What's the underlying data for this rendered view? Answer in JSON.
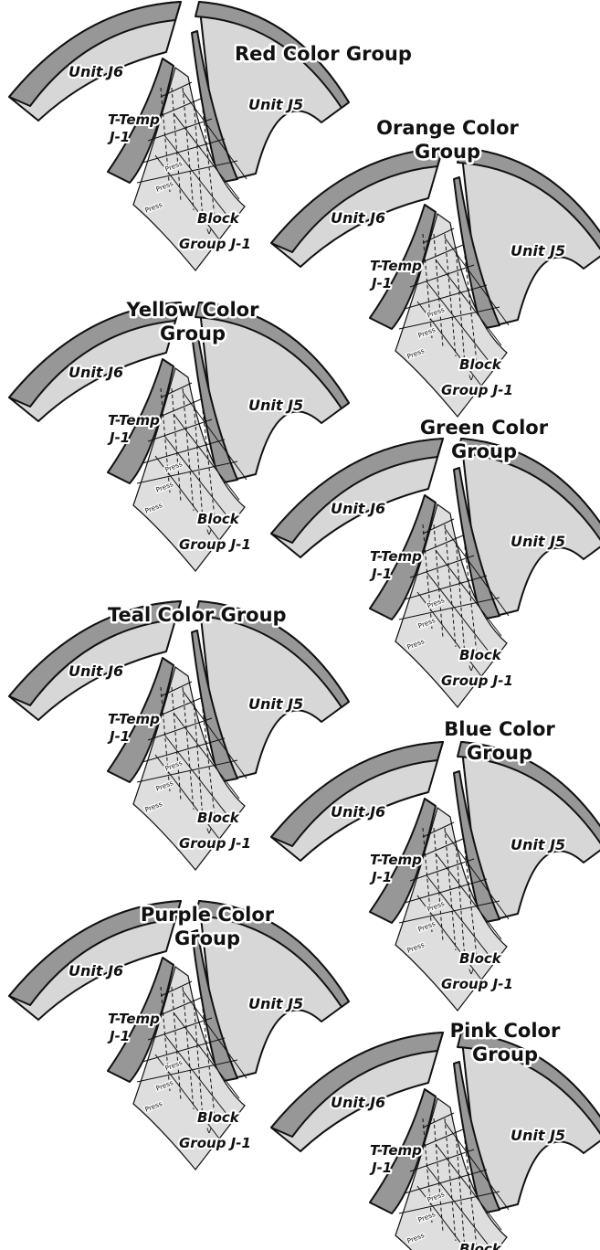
{
  "labels": {
    "unit_left": "Unit J6",
    "unit_right": "Unit J5",
    "ttemp_line1": "T-Temp",
    "ttemp_line2": "J-1",
    "press": "Press",
    "block_line1": "Block",
    "block_line2": "Group J-1"
  },
  "groups": [
    {
      "title": [
        "Red Color Group"
      ]
    },
    {
      "title": [
        "Orange Color",
        "Group"
      ]
    },
    {
      "title": [
        "Yellow Color",
        "Group"
      ]
    },
    {
      "title": [
        "Green Color",
        "Group"
      ]
    },
    {
      "title": [
        "Teal Color Group"
      ]
    },
    {
      "title": [
        "Blue Color",
        "Group"
      ]
    },
    {
      "title": [
        "Purple Color",
        "Group"
      ]
    },
    {
      "title": [
        "Pink Color",
        "Group"
      ]
    }
  ],
  "colors": {
    "sector_fill": "#d7d7d7",
    "band_fill": "#979797",
    "grid_fill": "#dedede",
    "outline": "#111111"
  }
}
